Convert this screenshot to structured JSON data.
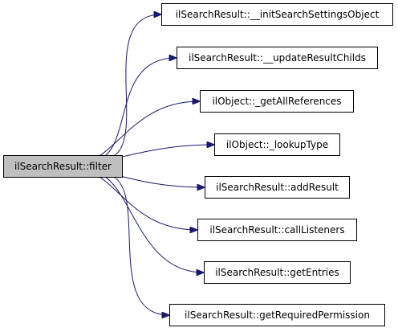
{
  "graph": {
    "edge_color": "#191970",
    "root_fill": "#bfbfbf",
    "root": {
      "id": "filter",
      "label": "ilSearchResult::filter"
    },
    "callees": [
      {
        "id": "initSearchSettingsObject",
        "label": "ilSearchResult::__initSearchSettingsObject"
      },
      {
        "id": "updateResultChilds",
        "label": "ilSearchResult::__updateResultChilds"
      },
      {
        "id": "getAllReferences",
        "label": "ilObject::_getAllReferences"
      },
      {
        "id": "lookupType",
        "label": "ilObject::_lookupType"
      },
      {
        "id": "addResult",
        "label": "ilSearchResult::addResult"
      },
      {
        "id": "callListeners",
        "label": "ilSearchResult::callListeners"
      },
      {
        "id": "getEntries",
        "label": "ilSearchResult::getEntries"
      },
      {
        "id": "getRequiredPermission",
        "label": "ilSearchResult::getRequiredPermission"
      }
    ]
  }
}
